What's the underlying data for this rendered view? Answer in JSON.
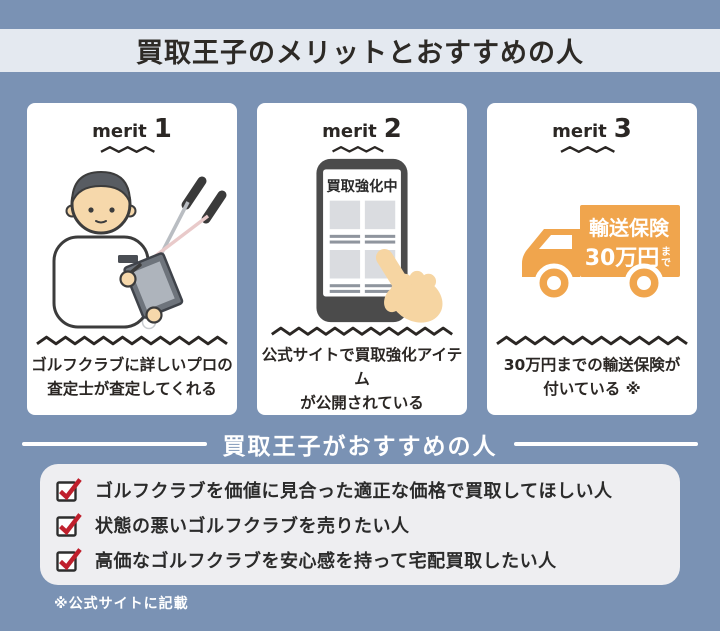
{
  "colors": {
    "background": "#7a92b4",
    "band": "#e4e9f0",
    "text_dark": "#2b2724",
    "check_red": "#bf1f2c",
    "truck_orange": "#f0a54d",
    "skin": "#f6d8ab"
  },
  "header": {
    "title": "買取王子のメリットとおすすめの人"
  },
  "merits": [
    {
      "label": "merit",
      "number": "1",
      "caption": [
        "ゴルフクラブに詳しいプロの",
        "査定士が査定してくれる"
      ]
    },
    {
      "label": "merit",
      "number": "2",
      "caption": [
        "公式サイトで買取強化アイテム",
        "が公開されている"
      ],
      "phone_banner": "買取強化中"
    },
    {
      "label": "merit",
      "number": "3",
      "caption": [
        "30万円までの輸送保険が",
        "付いている ※"
      ],
      "truck_badge": {
        "line1": "輸送保険",
        "line2": "30万円",
        "suffix_chars": [
          "ま",
          "で"
        ]
      }
    }
  ],
  "recommend": {
    "title": "買取王子がおすすめの人",
    "items": [
      "ゴルフクラブを価値に見合った適正な価格で買取してほしい人",
      "状態の悪いゴルフクラブを売りたい人",
      "高価なゴルフクラブを安心感を持って宅配買取したい人"
    ]
  },
  "footnote": "※公式サイトに記載"
}
